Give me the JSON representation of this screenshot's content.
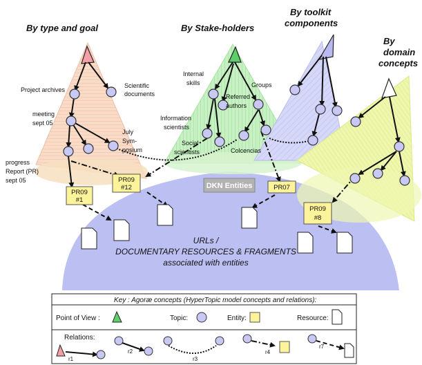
{
  "titles": {
    "type_goal": "By type and goal",
    "stakeholders": "By Stake-holders",
    "toolkit_1": "By toolkit",
    "toolkit_2": "components",
    "domain_1": "By",
    "domain_2": "domain",
    "domain_3": "concepts"
  },
  "labels": {
    "project_archives": "Project archives",
    "scientific_1": "Scientific",
    "scientific_2": "documents",
    "meeting_1": "meeting",
    "meeting_2": "sept 05",
    "july_1": "July",
    "july_2": "Sym-",
    "july_3": "posium",
    "progress_1": "progress",
    "progress_2": "Report (PR)",
    "progress_3": "sept 05",
    "internal_1": "Internal",
    "internal_2": "skills",
    "groups": "Groups",
    "referred_1": "Referred",
    "referred_2": "authors",
    "info_1": "Information",
    "info_2": "scientists",
    "social_1": "Social",
    "social_2": "scientists",
    "colcencias": "Colcencias"
  },
  "entities": {
    "e1_1": "PR09",
    "e1_2": "#1",
    "e2_1": "PR09",
    "e2_2": "#12",
    "e3": "PR07",
    "e4_1": "PR09",
    "e4_2": "#8",
    "dkn": "DKN Entities"
  },
  "resources_caption": {
    "line1": "URLs /",
    "line2": "DOCUMENTARY RESOURCES & FRAGMENTS",
    "line3": "associated  with entities"
  },
  "key": {
    "title": "Key : Agoræ concepts (HyperTopic model concepts and relations):",
    "pov": "Point of View :",
    "topic": "Topic:",
    "entity": "Entity:",
    "resource": "Resource:",
    "relations": "Relations:",
    "r1": "r1",
    "r2": "r2",
    "r3": "r3",
    "r4": "r4",
    "r7": "r7"
  },
  "colors": {
    "cone_type_goal": "#f9dcc8",
    "cone_stakeholders": "#c9f0c4",
    "cone_toolkit": "#d6d8f8",
    "cone_domain": "#eef6b0",
    "topic_fill": "#c8c8f4",
    "entity_fill": "#fdf39a",
    "resource_area": "#bcbff2",
    "dkn_box": "#b2b2b2"
  }
}
